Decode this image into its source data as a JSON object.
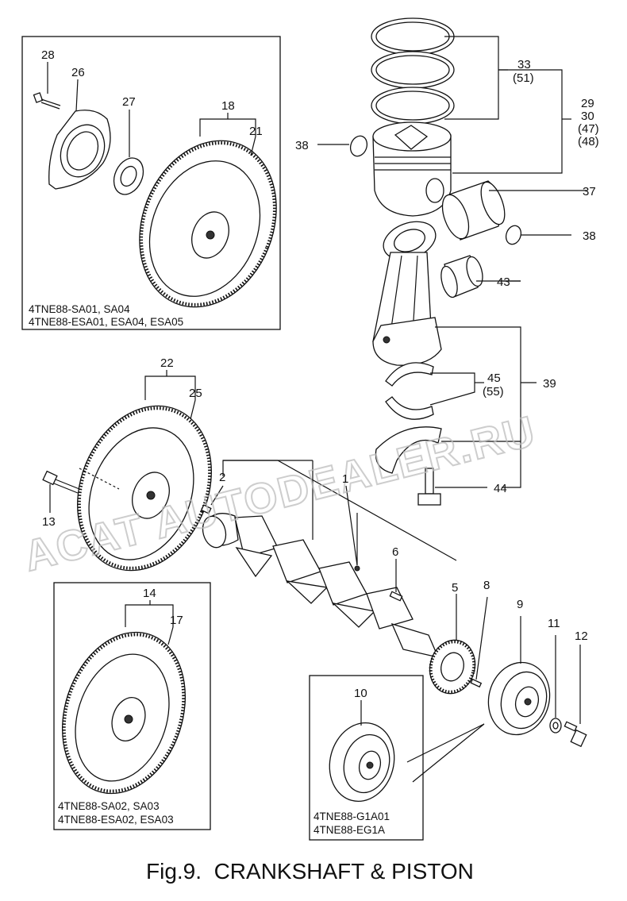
{
  "figure": {
    "title": "Fig.9.  CRANKSHAFT & PISTON",
    "watermark": "ACAT AUTODEALER.RU"
  },
  "labels": {
    "l1": "1",
    "l2": "2",
    "l6": "6",
    "l5": "5",
    "l8": "8",
    "l9": "9",
    "l10": "10",
    "l11": "11",
    "l12": "12",
    "l13": "13",
    "l14": "14",
    "l17": "17",
    "l18": "18",
    "l21": "21",
    "l22": "22",
    "l25": "25",
    "l26": "26",
    "l27": "27",
    "l28": "28",
    "l33": "33",
    "l51": "(51)",
    "l29": "29",
    "l30": "30",
    "l47": "(47)",
    "l48": "(48)",
    "l37": "37",
    "l38a": "38",
    "l38b": "38",
    "l43": "43",
    "l45": "45",
    "l55": "(55)",
    "l39": "39",
    "l44": "44"
  },
  "insets": {
    "top_left": {
      "line1": "4TNE88-SA01, SA04",
      "line2": "4TNE88-ESA01, ESA04, ESA05"
    },
    "bottom_left": {
      "line1": "4TNE88-SA02, SA03",
      "line2": "4TNE88-ESA02, ESA03"
    },
    "bottom_right": {
      "line1": "4TNE88-G1A01",
      "line2": "4TNE88-EG1A"
    }
  }
}
